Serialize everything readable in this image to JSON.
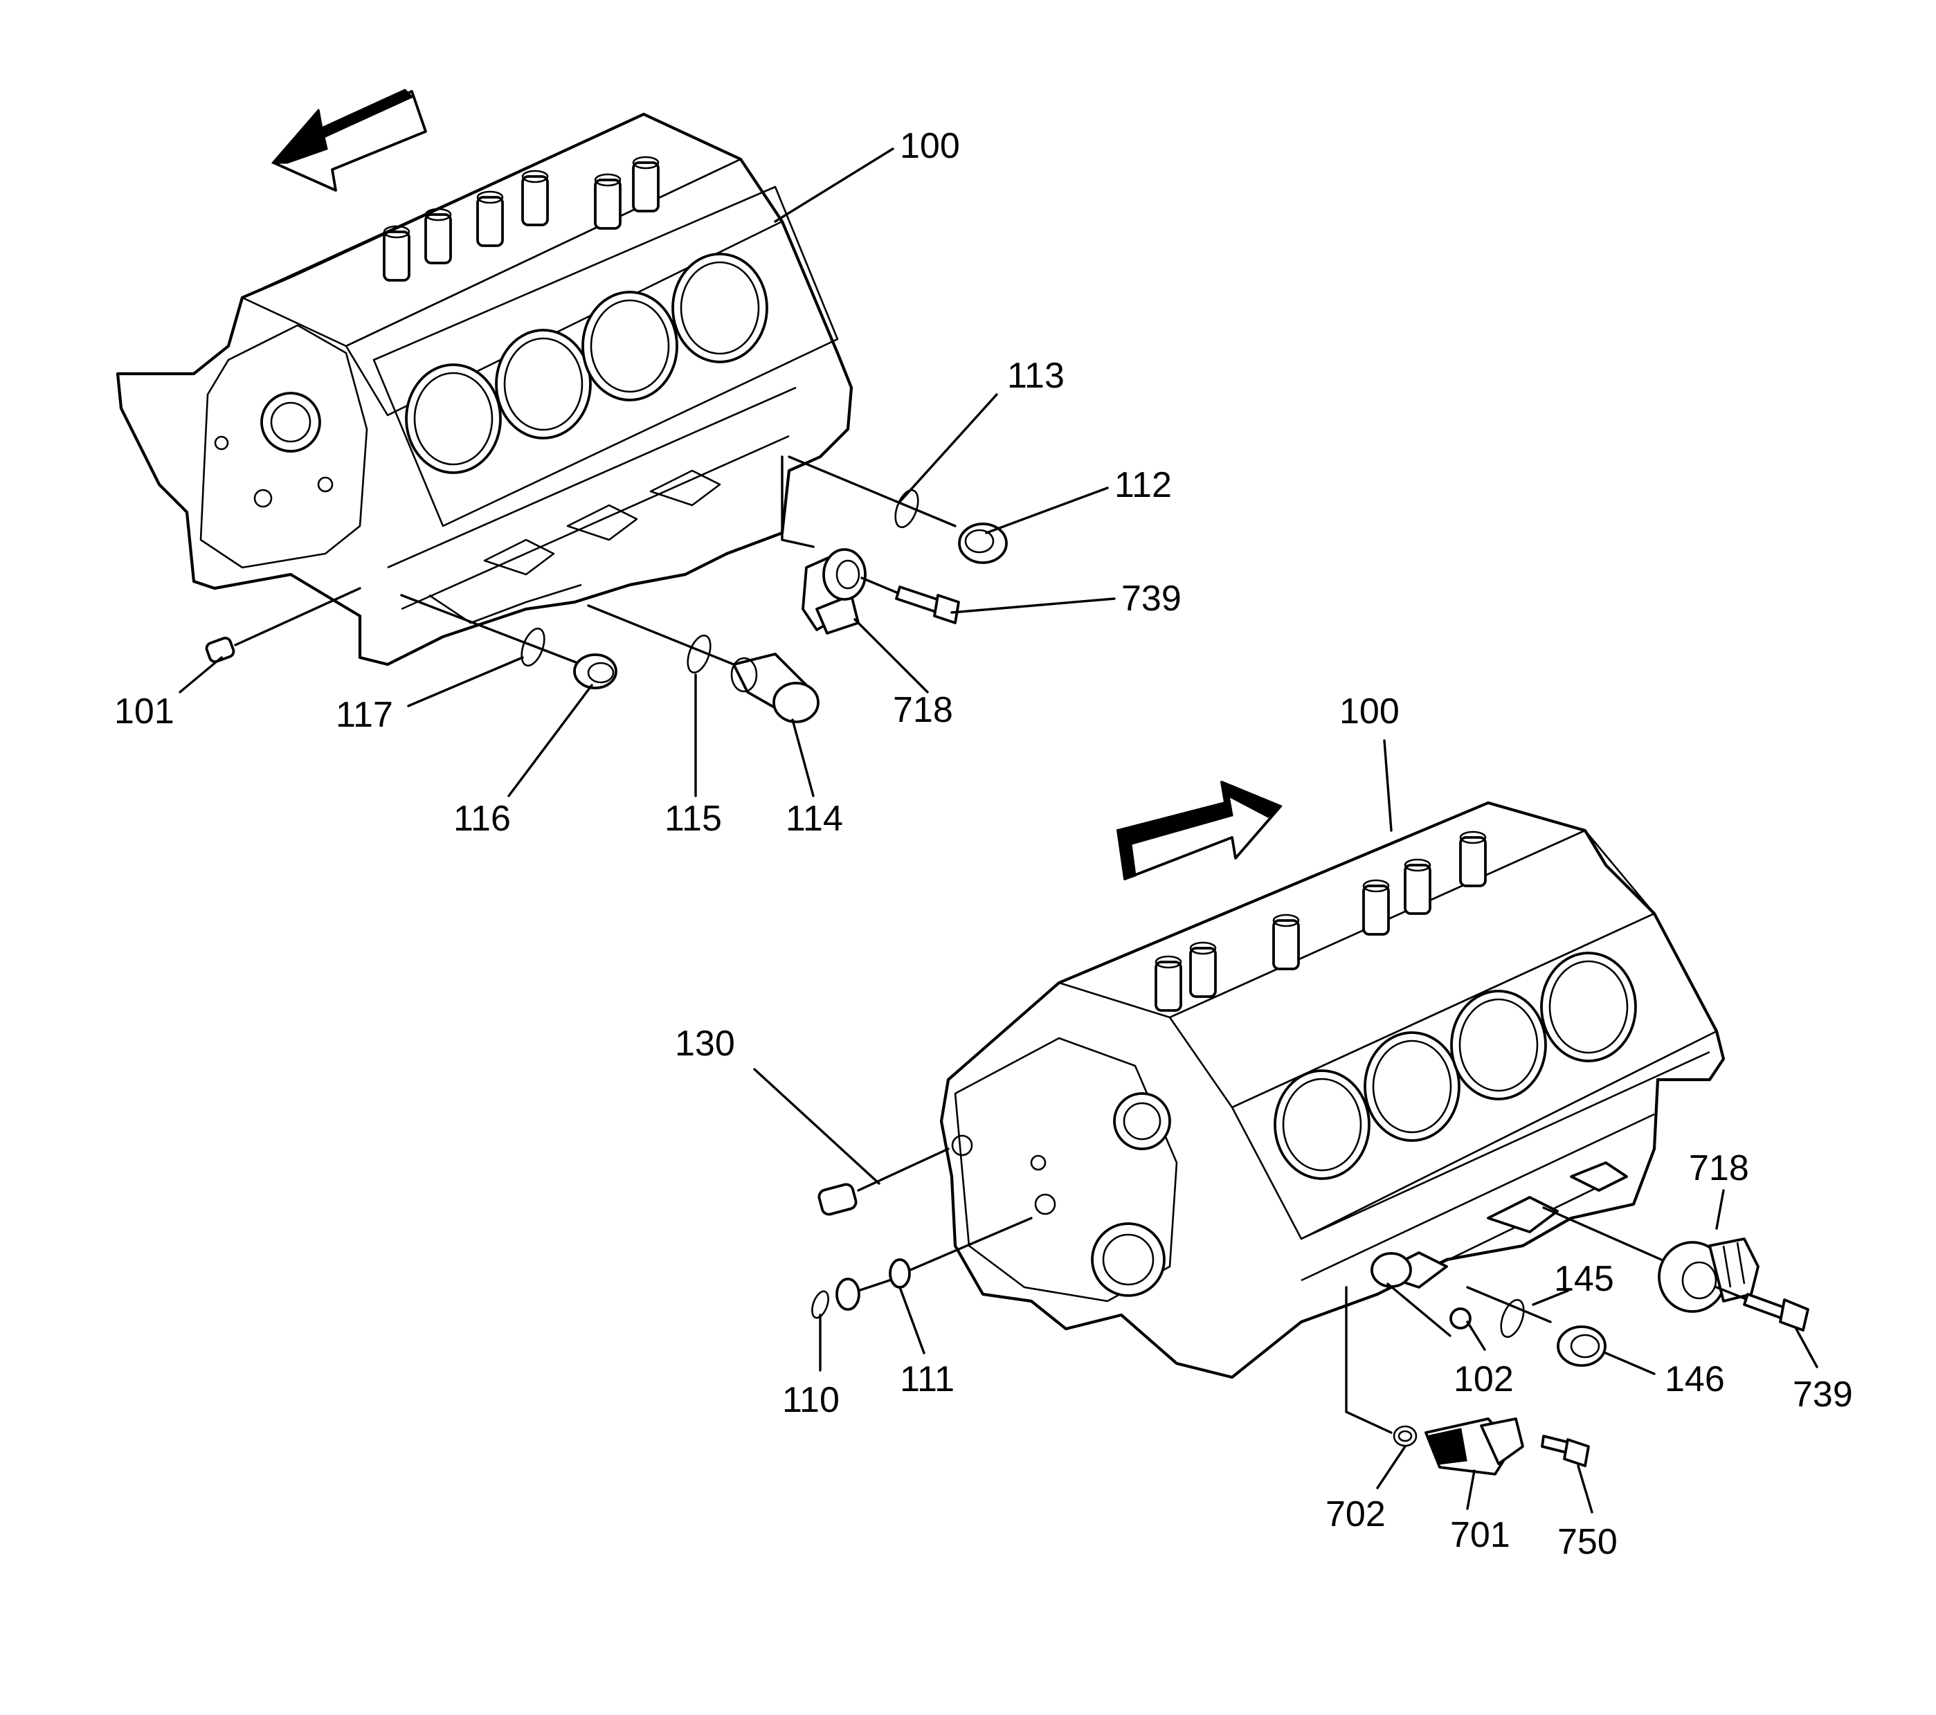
{
  "callouts": {
    "c100_top": "100",
    "c113": "113",
    "c112": "112",
    "c739_top": "739",
    "c718_top": "718",
    "c101": "101",
    "c117": "117",
    "c116": "116",
    "c115": "115",
    "c114": "114",
    "c100_bot": "100",
    "c130": "130",
    "c718_bot": "718",
    "c145": "145",
    "c102": "102",
    "c146": "146",
    "c739_bot": "739",
    "c110": "110",
    "c111": "111",
    "c702": "702",
    "c701": "701",
    "c750": "750"
  },
  "icons": {
    "front_arrow_top": "direction-arrow-left-icon",
    "front_arrow_bottom": "direction-arrow-right-icon"
  },
  "colors": {
    "line": "#000000",
    "background": "#ffffff"
  }
}
